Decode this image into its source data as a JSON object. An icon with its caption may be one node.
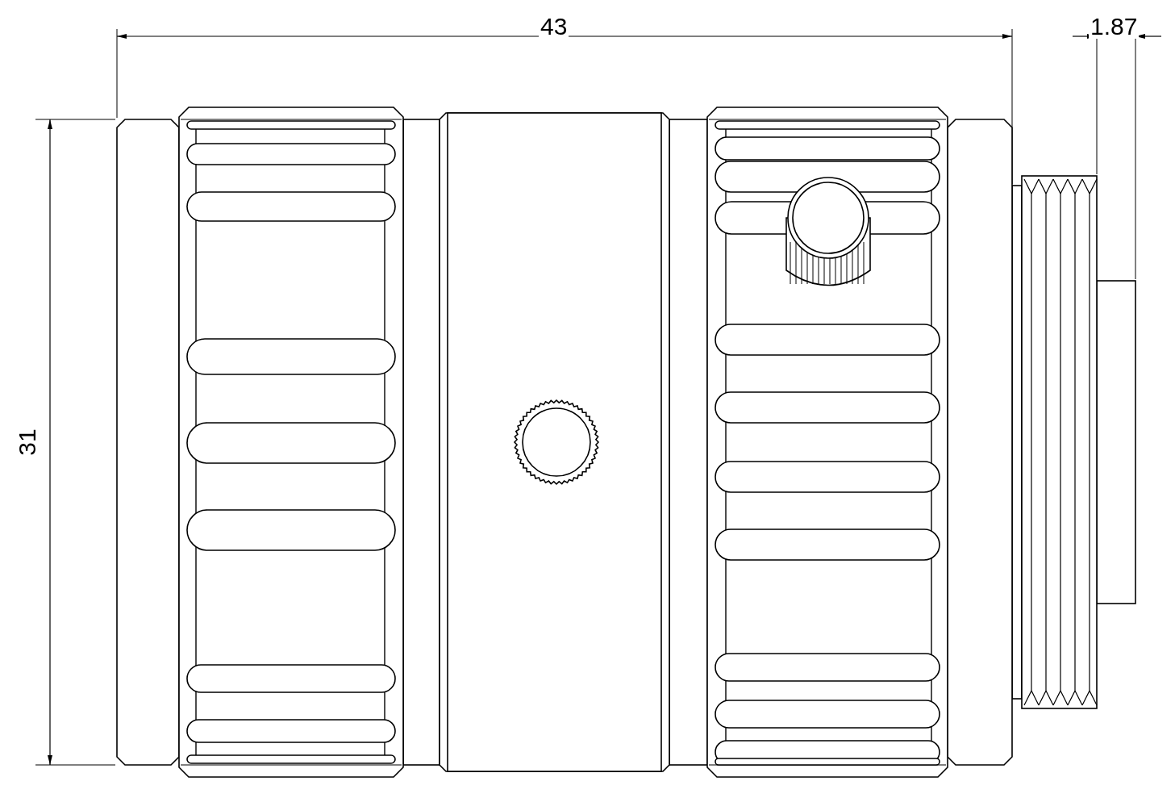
{
  "diagram": {
    "labels": [
      "43",
      "1.87",
      "31"
    ]
  }
}
